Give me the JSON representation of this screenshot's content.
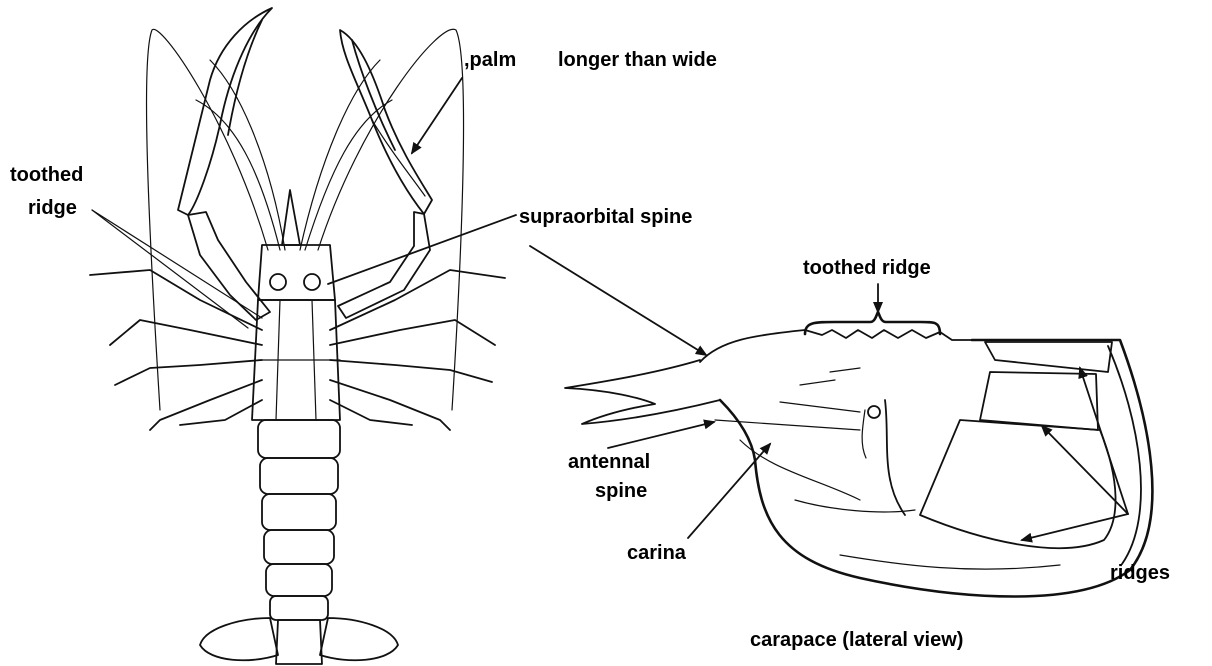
{
  "labels": {
    "palm": ",palm",
    "longer_than_wide": "longer than wide",
    "toothed_ridge_left_line1": "toothed",
    "toothed_ridge_left_line2": "ridge",
    "supraorbital_spine": "supraorbital spine",
    "toothed_ridge_right": "toothed ridge",
    "antennal_spine_line1": "antennal",
    "antennal_spine_line2": "spine",
    "carina": "carina",
    "ridges": "ridges",
    "carapace_caption": "carapace (lateral view)"
  },
  "colors": {
    "ink": "#111111",
    "background": "#ffffff",
    "shell_shade": "#e9e9e9"
  }
}
